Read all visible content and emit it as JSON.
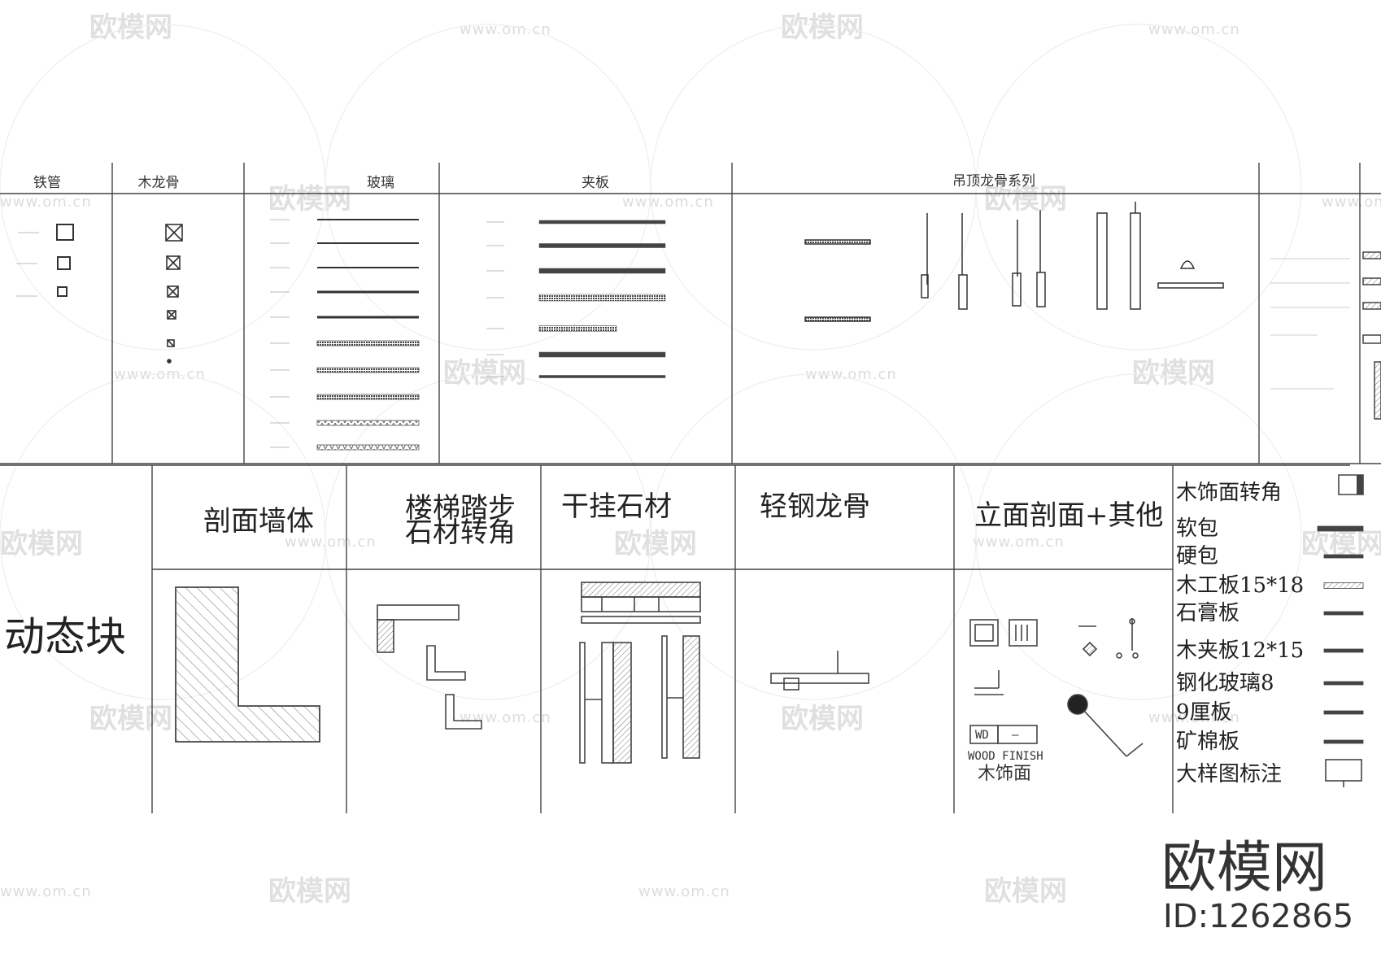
{
  "top_row": {
    "headers": {
      "steel_pipe": "铁管",
      "wood_keel": "木龙骨",
      "glass": "玻璃",
      "plywood": "夹板",
      "ceiling_keel": "吊顶龙骨系列"
    }
  },
  "bottom_row": {
    "dynamic_block": "动态块",
    "headers": {
      "section_wall": "剖面墙体",
      "stair_line1": "楼梯踏步",
      "stair_line2": "石材转角",
      "dry_hang_stone": "干挂石材",
      "light_steel_keel": "轻钢龙骨",
      "elevation_section": "立面剖面+其他"
    },
    "elevation": {
      "wd_tag": "WD",
      "wd_dash": "—",
      "wood_finish_en": "WOOD  FINISH",
      "wood_finish_cn": "木饰面"
    },
    "materials": [
      "木饰面转角",
      "软包",
      "硬包",
      "木工板15*18",
      "石膏板",
      "木夹板12*15",
      "钢化玻璃8",
      "9厘板",
      "矿棉板",
      "大样图标注"
    ]
  },
  "watermark": {
    "brand": "欧模网",
    "url": "www.om.cn"
  },
  "brand": {
    "name": "欧模网",
    "id": "ID:1262865"
  }
}
